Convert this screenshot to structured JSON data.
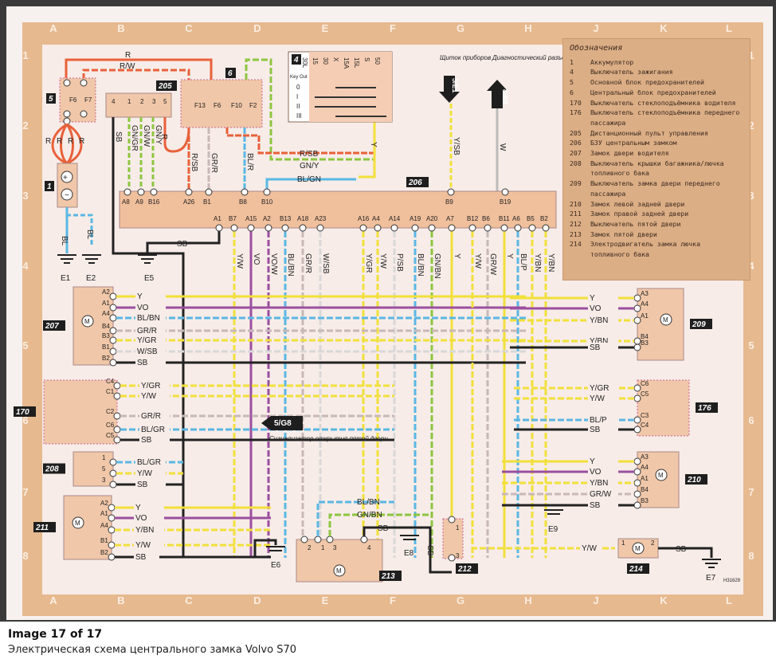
{
  "caption": {
    "title": "Image 17 of 17",
    "subtitle": "Электрическая схема центрального замка Volvo S70"
  },
  "grid": {
    "columns": [
      "A",
      "B",
      "C",
      "D",
      "E",
      "F",
      "G",
      "H",
      "J",
      "K",
      "L"
    ],
    "rows": [
      "1",
      "2",
      "3",
      "4",
      "5",
      "6",
      "7",
      "8"
    ]
  },
  "legend": {
    "title": "Обозначения",
    "items": [
      {
        "num": "1",
        "text": "Аккумулятор"
      },
      {
        "num": "4",
        "text": "Выключатель зажигания"
      },
      {
        "num": "5",
        "text": "Основной блок предохранителей"
      },
      {
        "num": "6",
        "text": "Центральный блок предохранителей"
      },
      {
        "num": "170",
        "text": "Выключатель стеклоподъёмника водителя"
      },
      {
        "num": "176",
        "text": "Выключатель стеклоподъёмника переднего пассажира"
      },
      {
        "num": "205",
        "text": "Дистанционный пульт управления"
      },
      {
        "num": "206",
        "text": "БЗУ центральным замком"
      },
      {
        "num": "207",
        "text": "Замок двери водителя"
      },
      {
        "num": "208",
        "text": "Выключатель крышки багажника/лючка топливного бака"
      },
      {
        "num": "209",
        "text": "Выключатель замка двери переднего пассажира"
      },
      {
        "num": "210",
        "text": "Замок левой задней двери"
      },
      {
        "num": "211",
        "text": "Замок правой задней двери"
      },
      {
        "num": "212",
        "text": "Выключатель пятой двери"
      },
      {
        "num": "213",
        "text": "Замок пятой двери"
      },
      {
        "num": "214",
        "text": "Электродвигатель замка лючка топливного бака"
      }
    ]
  },
  "components": {
    "c1": "1",
    "c4": "4",
    "c5": "5",
    "c6": "6",
    "c170": "170",
    "c176": "176",
    "c205": "205",
    "c206": "206",
    "c207": "207",
    "c208": "208",
    "c209": "209",
    "c210": "210",
    "c211": "211",
    "c212": "212",
    "c213": "213",
    "c214": "214"
  },
  "fuses": {
    "main": [
      "F6",
      "F7"
    ],
    "central": [
      "F13",
      "F6",
      "F10",
      "F2"
    ]
  },
  "ignition_switch": {
    "columns": [
      "30L",
      "15",
      "30",
      "X",
      "15A",
      "15L",
      "S",
      "50"
    ],
    "positions": [
      "Key Out",
      "0",
      "I",
      "II",
      "III"
    ]
  },
  "remote_pins": [
    "4",
    "1",
    "2",
    "3",
    "5"
  ],
  "ecu_top_pins": [
    "A8",
    "A9",
    "B16",
    "A26",
    "B1",
    "B8",
    "B10",
    "B9",
    "B19"
  ],
  "ecu_bottom_pins": [
    "A1",
    "B7",
    "A15",
    "A2",
    "B13",
    "A18",
    "A23",
    "A16",
    "A4",
    "A14",
    "A19",
    "A20",
    "A7",
    "B12",
    "B6",
    "B11",
    "A6",
    "B5",
    "B2"
  ],
  "ecu_bottom_wires": [
    "Y/W",
    "VO",
    "VO/W",
    "BL/BN",
    "GR/R",
    "W/SB",
    "Y/GR",
    "Y/W",
    "P/SB",
    "BL/BN",
    "GN/BN",
    "Y",
    "Y/W",
    "GR/W",
    "Y",
    "BL/P",
    "Y/BN",
    "Y/BN"
  ],
  "top_wires": {
    "r": "R",
    "rw": "R/W",
    "rsb": "R/SB",
    "gny": "GN/Y",
    "blgn": "BL/GN",
    "y": "Y",
    "sb205": "SB",
    "gngr": "GN/GR",
    "gnw": "GN/W",
    "gnyy": "GN/Y",
    "r205": "R",
    "rsb2": "R/SB",
    "grr": "GR/R",
    "blr": "BL/R",
    "ysb": "Y/SB",
    "w": "W",
    "batt_r": "R",
    "bl": "BL"
  },
  "external": {
    "dash_label": "Щиток приборов",
    "dash_ref": "5/E1",
    "diag_label": "Диагностический разъём",
    "diag_ref": "8/B8",
    "tailgate_ref": "5/G8",
    "tailgate_label": "Сигнализатор открытия пятой двери"
  },
  "grounds": [
    "E1",
    "E2",
    "E5",
    "E6",
    "E7",
    "E8",
    "E9"
  ],
  "door_207": {
    "pins": [
      "A2",
      "A1",
      "A4",
      "B4",
      "B3",
      "B1",
      "B2"
    ],
    "wires": [
      "Y",
      "VO",
      "BL/BN",
      "GR/R",
      "Y/GR",
      "W/SB",
      "SB"
    ]
  },
  "door_209": {
    "pins": [
      "A3",
      "A4",
      "A1",
      "B4",
      "B3"
    ],
    "wires": [
      "Y",
      "VO",
      "Y/BN",
      "Y/BN",
      "SB"
    ]
  },
  "switch_170": {
    "pins": [
      "C4",
      "C1",
      "C2",
      "C6",
      "C5"
    ],
    "wires": [
      "Y/GR",
      "Y/W",
      "GR/R",
      "BL/GR",
      "SB"
    ]
  },
  "switch_176": {
    "pins": [
      "C6",
      "C5",
      "C3",
      "C4"
    ],
    "wires": [
      "Y/GR",
      "Y/W",
      "BL/P",
      "SB"
    ]
  },
  "switch_208": {
    "pins": [
      "1",
      "5",
      "3"
    ],
    "wires": [
      "BL/GR",
      "Y/W",
      "SB"
    ]
  },
  "door_210": {
    "pins": [
      "A3",
      "A4",
      "A1",
      "B4",
      "B3"
    ],
    "wires": [
      "Y",
      "VO",
      "Y/BN",
      "GR/W",
      "SB"
    ]
  },
  "door_211": {
    "pins": [
      "A2",
      "A1",
      "A4",
      "B1",
      "B2"
    ],
    "wires": [
      "Y",
      "VO",
      "Y/BN",
      "Y/W",
      "SB"
    ]
  },
  "lock_213": {
    "pins": [
      "2",
      "1",
      "3",
      "4"
    ],
    "wires": [
      "BL/BN",
      "GN/BN",
      "SB"
    ]
  },
  "switch_212": {
    "pins": [
      "1",
      "3"
    ],
    "wire": "SB"
  },
  "motor_214": {
    "pins": [
      "1",
      "2"
    ],
    "wires": [
      "Y/W",
      "SB"
    ]
  },
  "motor_label": "M",
  "drawing_id": "H31629"
}
